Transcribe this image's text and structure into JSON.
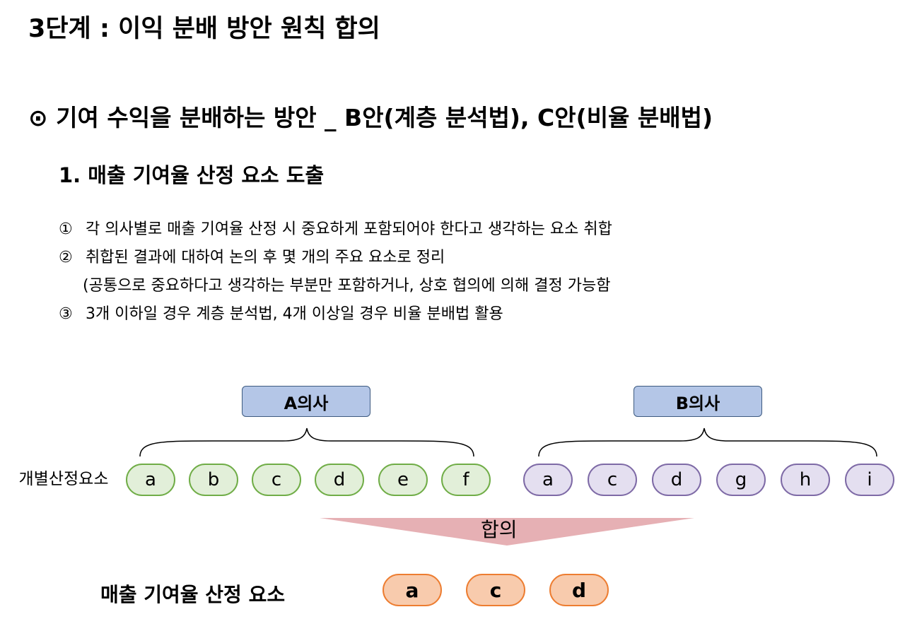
{
  "title": "3단계 : 이익 분배 방안 원칙 합의",
  "heading": "⊙ 기여 수익을 분배하는 방안 _ B안(계층 분석법), C안(비율 분배법)",
  "subheading": "1. 매출 기여율 산정 요소 도출",
  "items": [
    {
      "num": "①",
      "text": "각 의사별로 매출 기여율 산정 시 중요하게 포함되어야 한다고 생각하는 요소 취합"
    },
    {
      "num": "②",
      "text": "취합된 결과에 대하여 논의 후 몇 개의 주요 요소로 정리"
    },
    {
      "num": "",
      "text": "(공통으로 중요하다고 생각하는 부분만 포함하거나, 상호 협의에 의해 결정 가능함"
    },
    {
      "num": "③",
      "text": "3개 이하일 경우 계층 분석법, 4개 이상일 경우 비율 분배법 활용"
    }
  ],
  "diagram": {
    "doctor_a": "A의사",
    "doctor_b": "B의사",
    "element_label": "개별산정요소",
    "a_elements": [
      "a",
      "b",
      "c",
      "d",
      "e",
      "f"
    ],
    "b_elements": [
      "a",
      "c",
      "d",
      "g",
      "h",
      "i"
    ],
    "agreement_label": "합의",
    "result_label": "매출 기여율 산정 요소",
    "result_elements": [
      "a",
      "c",
      "d"
    ],
    "colors": {
      "doctor_box": "#b4c6e7",
      "a_fill": "#e2efd9",
      "a_border": "#70ad47",
      "b_fill": "#e4dff0",
      "b_border": "#7e6aa6",
      "result_fill": "#f8cbad",
      "result_border": "#ed7d31",
      "funnel": "#e6b0b4"
    }
  }
}
